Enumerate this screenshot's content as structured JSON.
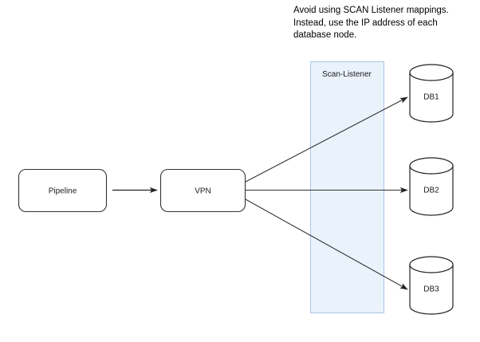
{
  "diagram": {
    "annotation": {
      "lines": [
        "Avoid using SCAN Listener mappings.",
        "Instead, use the IP address of each",
        "database node."
      ],
      "text": "Avoid using SCAN Listener mappings.\nInstead, use the IP address of each\ndatabase node."
    },
    "band": {
      "label": "Scan-Listener",
      "fill": "#eaf2fc",
      "stroke": "#aac7e8"
    },
    "nodes": [
      {
        "id": "pipeline",
        "label": "Pipeline",
        "shape": "rounded-rect"
      },
      {
        "id": "vpn",
        "label": "VPN",
        "shape": "rounded-rect"
      },
      {
        "id": "db1",
        "label": "DB1",
        "shape": "cylinder"
      },
      {
        "id": "db2",
        "label": "DB2",
        "shape": "cylinder"
      },
      {
        "id": "db3",
        "label": "DB3",
        "shape": "cylinder"
      }
    ],
    "edges": [
      {
        "id": "pipeline-to-vpn",
        "from": "Pipeline",
        "to": "VPN"
      },
      {
        "id": "vpn-to-db1",
        "from": "VPN",
        "to": "DB1"
      },
      {
        "id": "vpn-to-db2",
        "from": "VPN",
        "to": "DB2"
      },
      {
        "id": "vpn-to-db3",
        "from": "VPN",
        "to": "DB3"
      }
    ],
    "colors": {
      "stroke": "#333333",
      "node_fill": "#ffffff",
      "text": "#1a1a1a"
    }
  }
}
